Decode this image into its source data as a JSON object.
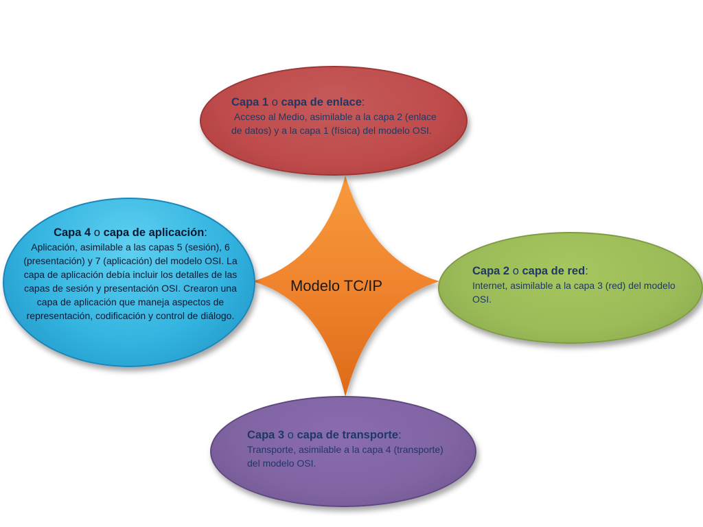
{
  "center": {
    "label": "Modelo TC/IP"
  },
  "nodes": {
    "capa1": {
      "title_bold": "Capa 1",
      "title_connector": " o ",
      "title_rest": "capa de enlace",
      "title_colon": ":",
      "body": " Acceso al Medio, asimilable a la capa 2 (enlace de datos) y a la capa 1 (física) del modelo OSI."
    },
    "capa2": {
      "title_bold": "Capa 2",
      "title_connector": " o ",
      "title_rest": "capa de red",
      "title_colon": ":",
      "body": "Internet, asimilable a la capa 3 (red) del modelo OSI."
    },
    "capa3": {
      "title_bold": "Capa 3",
      "title_connector": " o ",
      "title_rest": "capa de transporte",
      "title_colon": ":",
      "body": "Transporte, asimilable a la capa 4 (transporte) del modelo OSI."
    },
    "capa4": {
      "title_bold": "Capa 4",
      "title_connector": " o ",
      "title_rest": "capa de aplicación",
      "title_colon": ":",
      "body": "Aplicación, asimilable a las capas 5 (sesión), 6 (presentación) y 7 (aplicación) del modelo OSI. La capa de aplicación debía incluir los detalles de las capas de sesión y presentación OSI. Crearon una capa de aplicación que maneja aspectos de representación, codificación y control de diálogo."
    }
  },
  "colors": {
    "diamond": "#f07f28",
    "capa1": "#c0504d",
    "capa2": "#9bbb59",
    "capa3": "#8064a2",
    "capa4": "#31b0dd"
  }
}
